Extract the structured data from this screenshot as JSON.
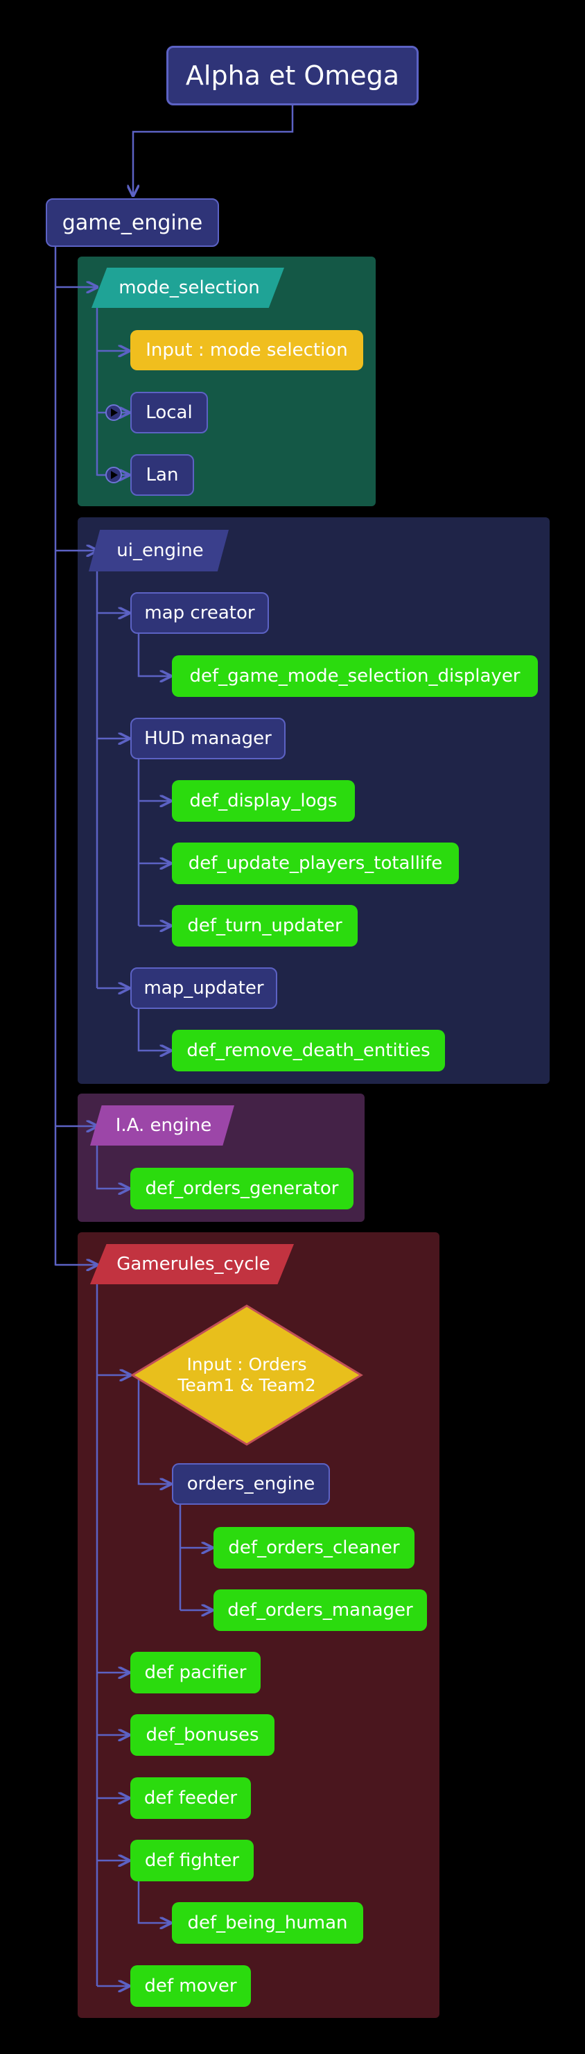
{
  "title": "Alpha et Omega",
  "root": "game_engine",
  "groups": {
    "mode_selection": {
      "label": "mode_selection",
      "input": "Input : mode selection",
      "local": "Local",
      "lan": "Lan",
      "colors": {
        "bg": "#145846",
        "header": "#1fa396"
      }
    },
    "ui_engine": {
      "label": "ui_engine",
      "map_creator": "map creator",
      "def_game_mode_selection_displayer": "def_game_mode_selection_displayer",
      "hud_manager": "HUD manager",
      "def_display_logs": "def_display_logs",
      "def_update_players_totallife": "def_update_players_totallife",
      "def_turn_updater": "def_turn_updater",
      "map_updater": "map_updater",
      "def_remove_death_entities": "def_remove_death_entities",
      "colors": {
        "bg": "#1f2448",
        "header": "#3a3f8c"
      }
    },
    "ia_engine": {
      "label": "I.A. engine",
      "def_orders_generator": "def_orders_generator",
      "colors": {
        "bg": "#442247",
        "header": "#9c46a8"
      }
    },
    "gamerules_cycle": {
      "label": "Gamerules_cycle",
      "decision_line1": "Input : Orders",
      "decision_line2": "Team1 & Team2",
      "orders_engine": "orders_engine",
      "def_orders_cleaner": "def_orders_cleaner",
      "def_orders_manager": "def_orders_manager",
      "def_pacifier": "def pacifier",
      "def_bonuses": "def_bonuses",
      "def_feeder": "def feeder",
      "def_fighter": "def fighter",
      "def_being_human": "def_being_human",
      "def_mover": "def mover",
      "colors": {
        "bg": "#4a161e",
        "header": "#c23340"
      }
    }
  },
  "colors": {
    "edge": "#5c62c4",
    "node_blue": "#2f3478",
    "node_green": "#2bdb0e",
    "node_yellow": "#f0be1e",
    "decision_border": "#c05058"
  }
}
